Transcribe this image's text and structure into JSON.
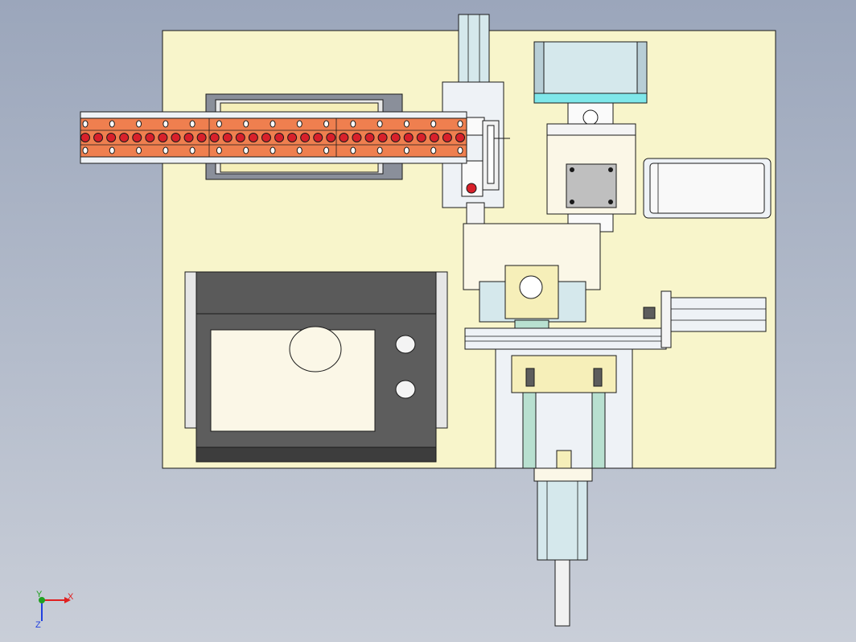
{
  "viewport": {
    "background_top": "#9ba6bb",
    "background_bottom": "#c9ced8"
  },
  "colors": {
    "baseplate": "#f8f5cb",
    "conveyor_plate": "#eef2f6",
    "conveyor_strip": "#ef7f4f",
    "slot": "#d8202a",
    "cylinder": "#d5e8ec",
    "cyan_part": "#7fe7ea",
    "dark_steel": "#5d5d5d",
    "light_block": "#fbf7e7",
    "line": "#1a1a1a"
  },
  "triad": {
    "x_label": "X",
    "y_label": "Y",
    "z_label": "Z",
    "x_color": "#e02020",
    "y_color": "#20a020",
    "z_color": "#2040e0"
  },
  "parts": {
    "conveyor_slots": 30,
    "screw_tower_holes": 2
  }
}
